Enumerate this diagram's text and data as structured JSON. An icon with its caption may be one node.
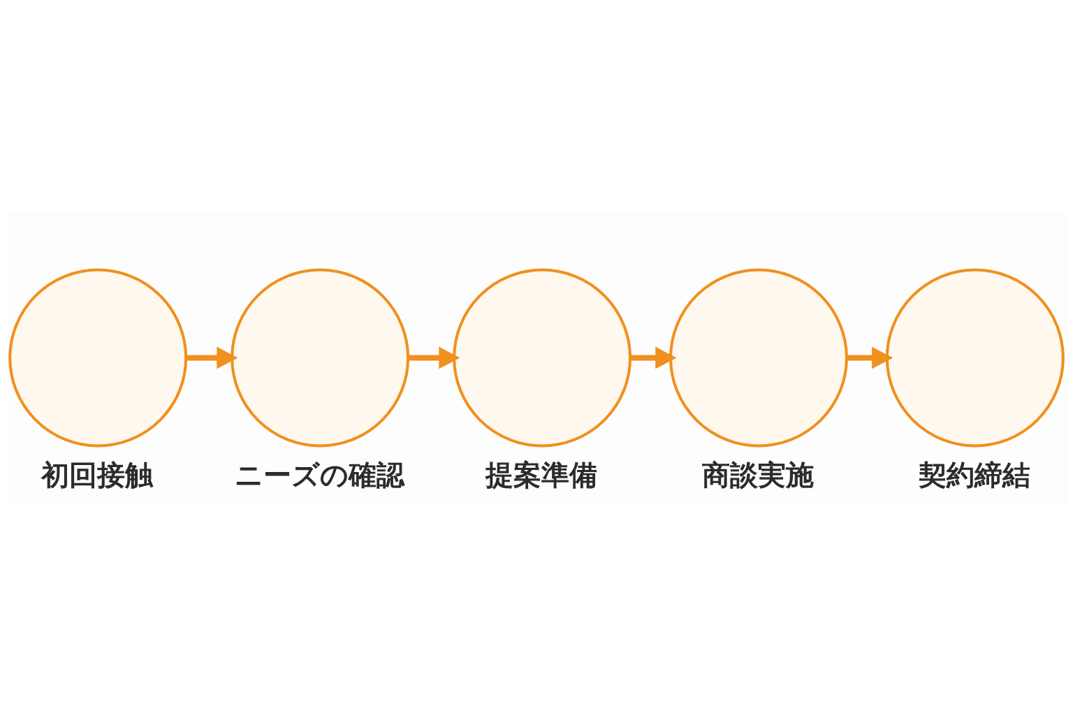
{
  "diagram": {
    "nodes": [
      {
        "text": [
          "初回接触"
        ]
      },
      {
        "text": [
          "ニーズの確認"
        ]
      },
      {
        "text": [
          "提案準備"
        ]
      },
      {
        "text": [
          "商談実施"
        ]
      },
      {
        "text": [
          "契約締結"
        ]
      }
    ],
    "edges": [
      {
        "from": 0,
        "to": 1,
        "arrow": "to"
      },
      {
        "from": 1,
        "to": 2,
        "arrow": "to"
      },
      {
        "from": 2,
        "to": 3,
        "arrow": "to"
      },
      {
        "from": 3,
        "to": 4,
        "arrow": "to"
      }
    ]
  }
}
